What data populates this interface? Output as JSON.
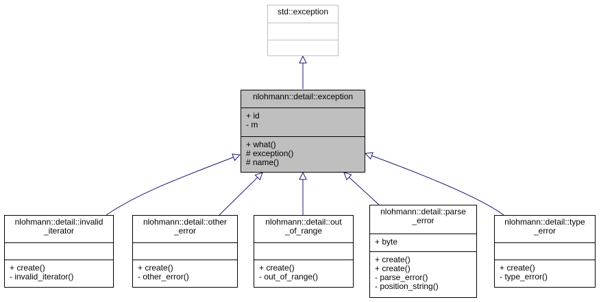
{
  "diagram": {
    "colors": {
      "edge": "#191970",
      "box_border": "#000000",
      "external_border": "#bfbfbf",
      "focus_fill": "#bfbfbf"
    },
    "nodes": {
      "std_exception": {
        "title_lines": [
          "std::exception"
        ],
        "attributes": [],
        "operations": []
      },
      "exception": {
        "title_lines": [
          "nlohmann::detail::exception"
        ],
        "attributes": [
          "+ id",
          "- m"
        ],
        "operations": [
          "+ what()",
          "# exception()",
          "# name()"
        ]
      },
      "invalid_iterator": {
        "title_lines": [
          "nlohmann::detail::invalid",
          "_iterator"
        ],
        "attributes": [],
        "operations": [
          "+ create()",
          "- invalid_iterator()"
        ]
      },
      "other_error": {
        "title_lines": [
          "nlohmann::detail::other",
          "_error"
        ],
        "attributes": [],
        "operations": [
          "+ create()",
          "- other_error()"
        ]
      },
      "out_of_range": {
        "title_lines": [
          "nlohmann::detail::out",
          "_of_range"
        ],
        "attributes": [],
        "operations": [
          "+ create()",
          "- out_of_range()"
        ]
      },
      "parse_error": {
        "title_lines": [
          "nlohmann::detail::parse",
          "_error"
        ],
        "attributes": [
          "+ byte"
        ],
        "operations": [
          "+ create()",
          "+ create()",
          "- parse_error()",
          "- position_string()"
        ]
      },
      "type_error": {
        "title_lines": [
          "nlohmann::detail::type",
          "_error"
        ],
        "attributes": [],
        "operations": [
          "+ create()",
          "- type_error()"
        ]
      }
    }
  }
}
